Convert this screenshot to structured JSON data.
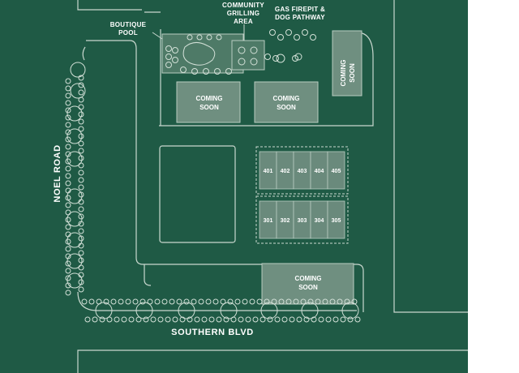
{
  "colors": {
    "background": "#1f5a45",
    "page": "#ffffff",
    "road_line": "#c9d8cf",
    "building_fill": "#6f8f80",
    "building_stroke": "#b8ccc1",
    "unit_fill": "#6a8a7c",
    "tree_stroke": "#d2e0d7",
    "label": "#ffffff"
  },
  "labels": {
    "boutique_pool_line1": "BOUTIQUE",
    "boutique_pool_line2": "POOL",
    "grilling_line1": "COMMUNITY",
    "grilling_line2": "GRILLING",
    "grilling_line3": "AREA",
    "firepit_line1": "GAS FIREPIT &",
    "firepit_line2": "DOG PATHWAY",
    "noel_road": "NOEL ROAD",
    "southern_blvd": "SOUTHERN BLVD",
    "coming_soon_line1": "COMING",
    "coming_soon_line2": "SOON"
  },
  "units_row_top": [
    "401",
    "402",
    "403",
    "404",
    "405"
  ],
  "units_row_bottom": [
    "301",
    "302",
    "303",
    "304",
    "305"
  ],
  "icons": {
    "tree": "tree-circle-icon",
    "pool": "pool-icon",
    "grill": "grill-table-icon"
  }
}
